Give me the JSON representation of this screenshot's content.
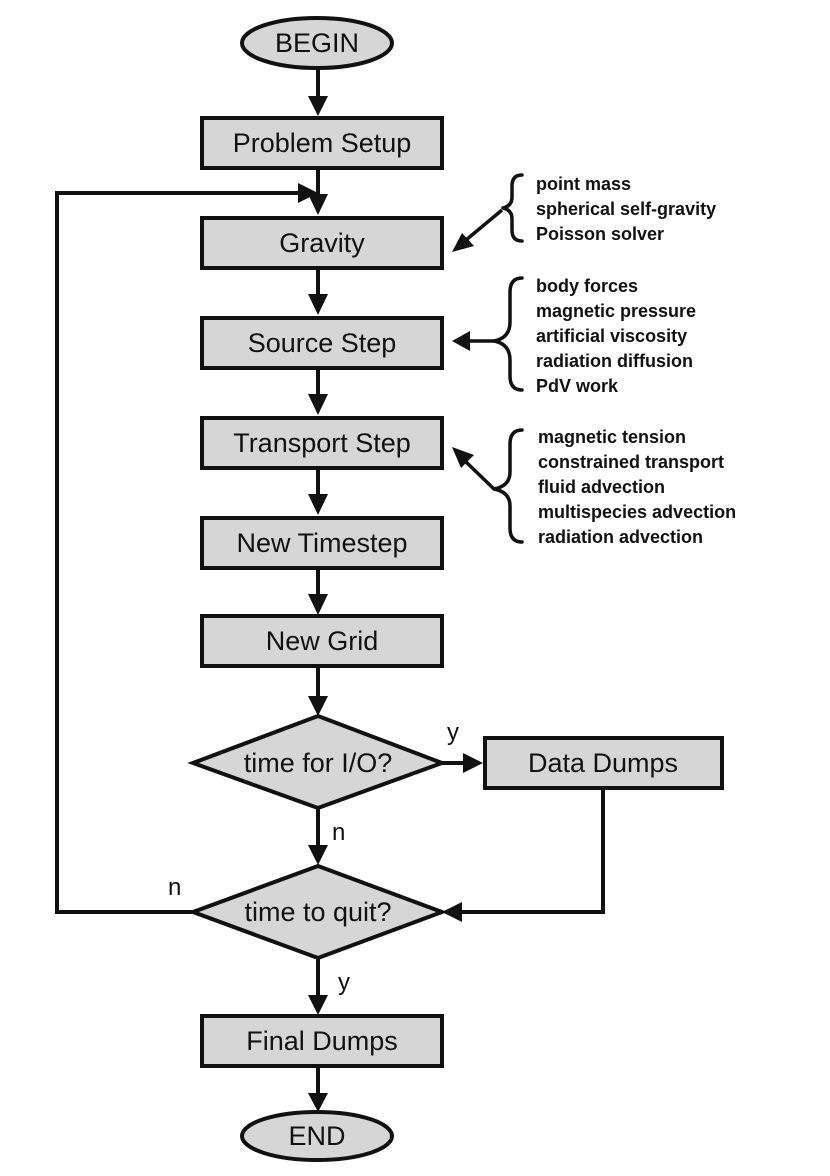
{
  "nodes": {
    "begin": "BEGIN",
    "problem_setup": "Problem Setup",
    "gravity": "Gravity",
    "source_step": "Source Step",
    "transport_step": "Transport Step",
    "new_timestep": "New Timestep",
    "new_grid": "New Grid",
    "time_for_io": "time for I/O?",
    "data_dumps": "Data Dumps",
    "time_to_quit": "time to quit?",
    "final_dumps": "Final Dumps",
    "end": "END"
  },
  "edge_labels": {
    "io_yes": "y",
    "io_no": "n",
    "quit_no": "n",
    "quit_yes": "y"
  },
  "annotations": {
    "gravity": [
      "point mass",
      "spherical self-gravity",
      "Poisson solver"
    ],
    "source_step": [
      "body forces",
      "magnetic pressure",
      "artificial viscosity",
      "radiation diffusion",
      "PdV work"
    ],
    "transport_step": [
      "magnetic tension",
      "constrained transport",
      "fluid advection",
      "multispecies advection",
      "radiation advection"
    ]
  },
  "colors": {
    "node_fill": "#d6d6d6",
    "stroke": "#111111"
  }
}
